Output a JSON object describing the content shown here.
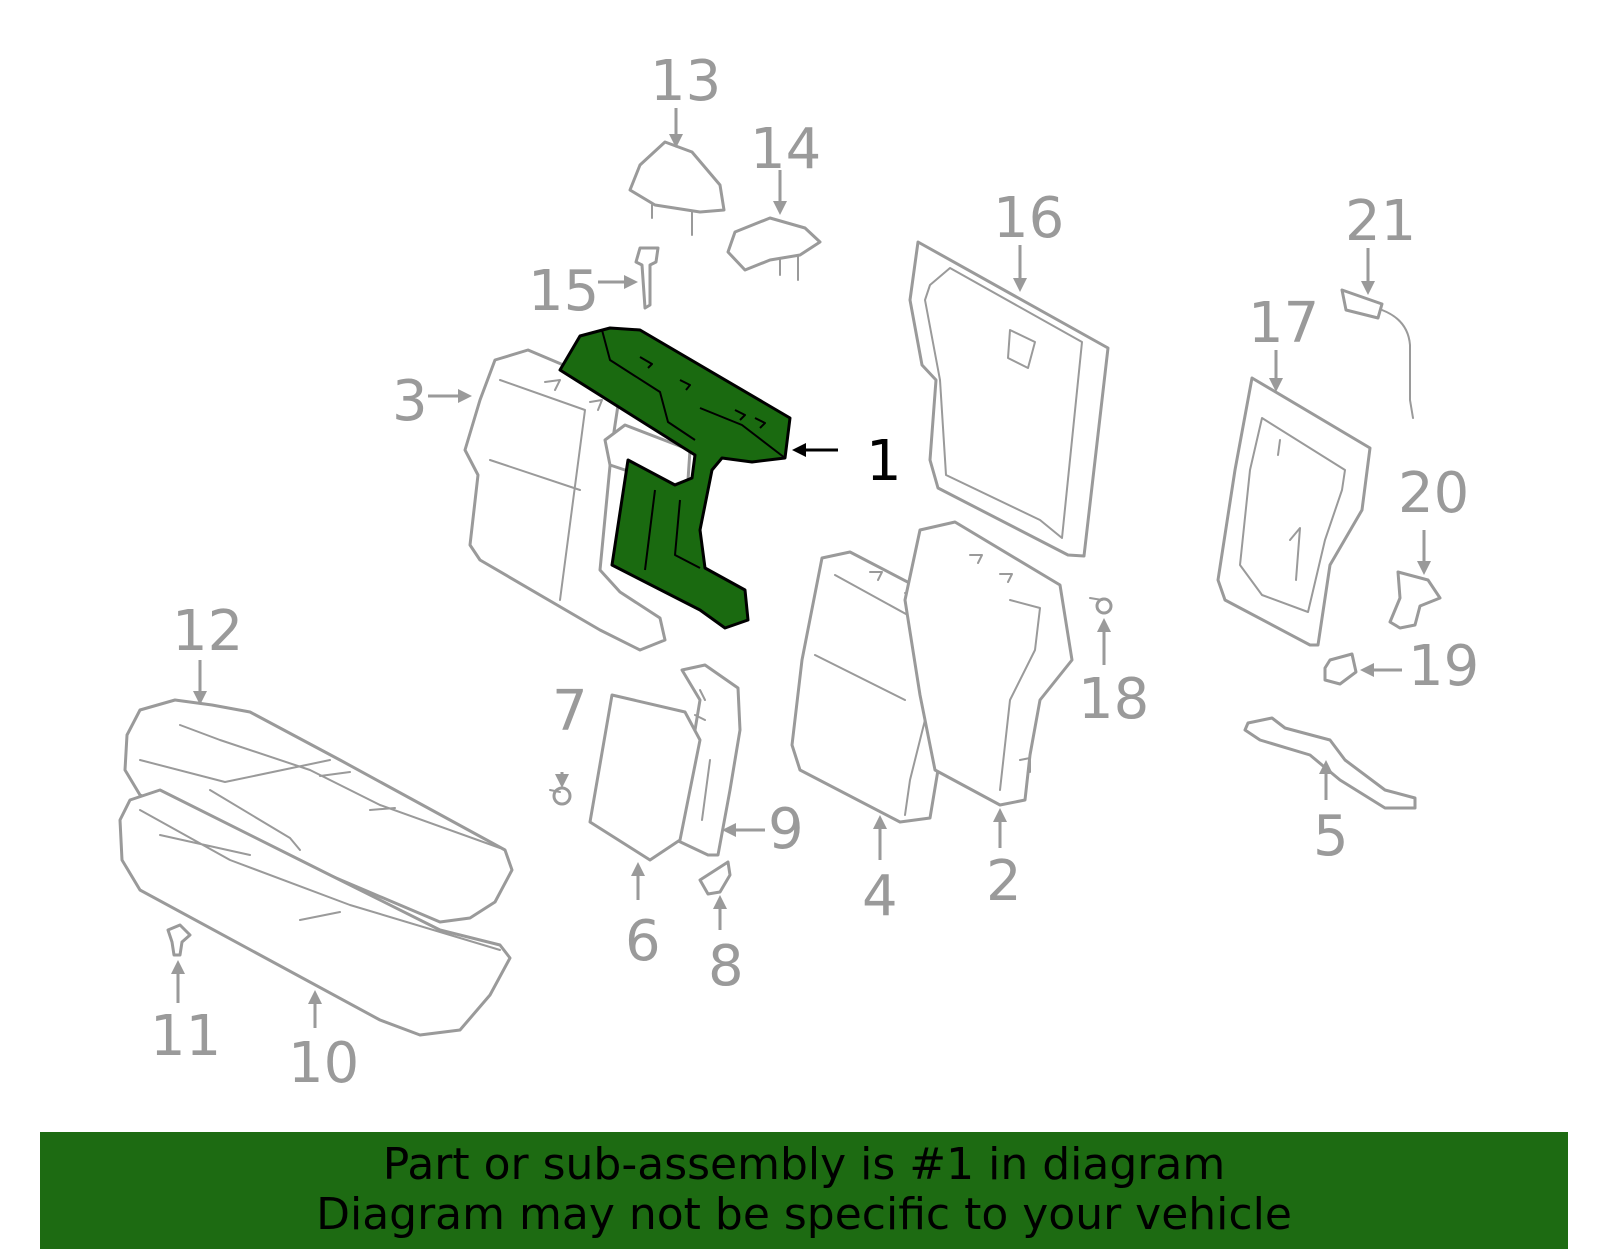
{
  "diagram": {
    "highlight_color": "#1d6b12",
    "part_color": "#9a9a9a",
    "callouts": [
      "1",
      "2",
      "3",
      "4",
      "5",
      "6",
      "7",
      "8",
      "9",
      "10",
      "11",
      "12",
      "13",
      "14",
      "15",
      "16",
      "17",
      "18",
      "19",
      "20",
      "21"
    ],
    "highlighted_callout": "1"
  },
  "banner": {
    "line1": "Part or sub-assembly is #1 in diagram",
    "line2": "Diagram may not be specific to your vehicle"
  }
}
